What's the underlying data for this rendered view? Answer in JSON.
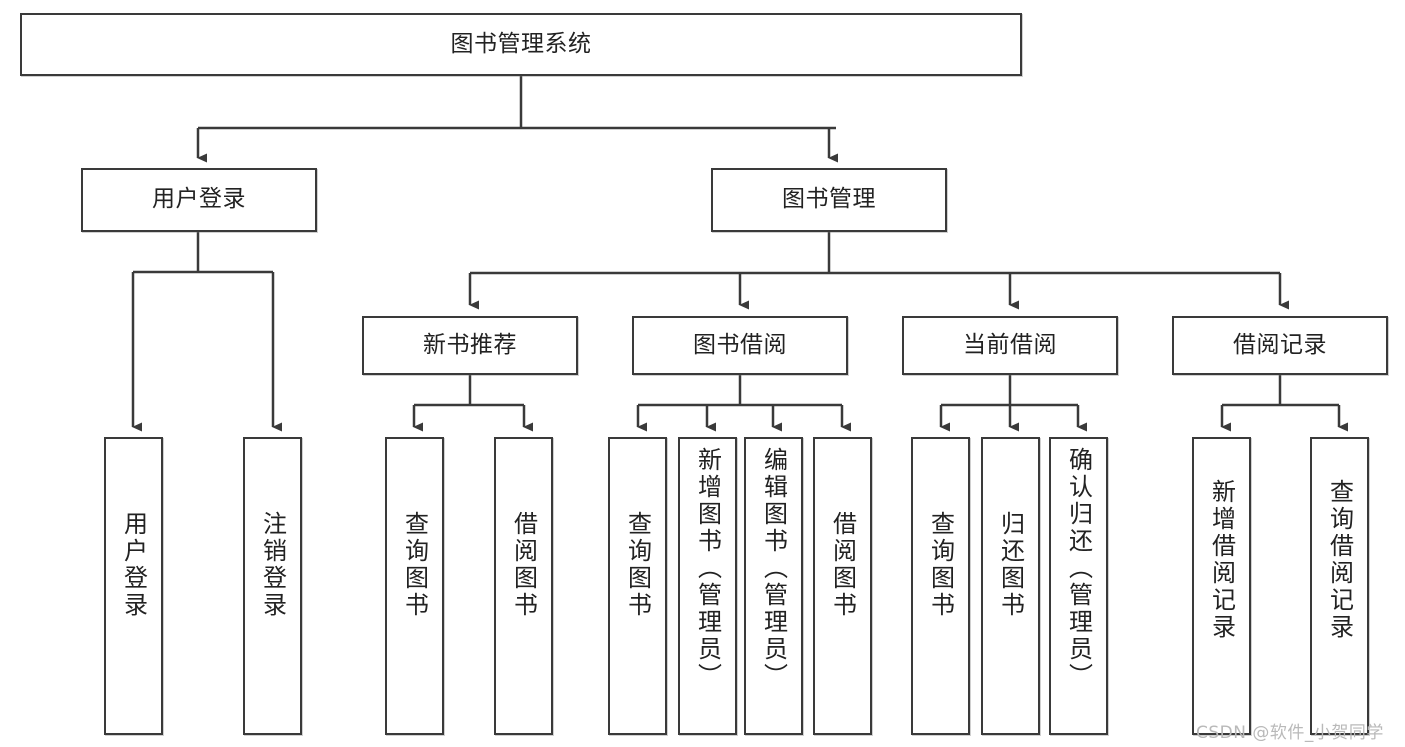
{
  "diagram": {
    "type": "tree-hierarchy-chart",
    "title": "图书管理系统",
    "watermark": "CSDN @软件_小贺同学",
    "colors": {
      "stroke": "#3a3a3a",
      "fill": "#ffffff",
      "text": "#222222",
      "watermark": "#b9b9b9"
    },
    "levels": [
      {
        "level": 1,
        "nodes": [
          {
            "id": "root",
            "label": "图书管理系统",
            "orientation": "horizontal"
          }
        ]
      },
      {
        "level": 2,
        "nodes": [
          {
            "id": "user-login",
            "label": "用户登录",
            "orientation": "horizontal",
            "parent": "root"
          },
          {
            "id": "book-manage",
            "label": "图书管理",
            "orientation": "horizontal",
            "parent": "root"
          }
        ]
      },
      {
        "level": 3,
        "nodes": [
          {
            "id": "new-book-rec",
            "label": "新书推荐",
            "orientation": "horizontal",
            "parent": "book-manage"
          },
          {
            "id": "book-borrow",
            "label": "图书借阅",
            "orientation": "horizontal",
            "parent": "book-manage"
          },
          {
            "id": "current-borrow",
            "label": "当前借阅",
            "orientation": "horizontal",
            "parent": "book-manage"
          },
          {
            "id": "borrow-record",
            "label": "借阅记录",
            "orientation": "horizontal",
            "parent": "book-manage"
          }
        ]
      },
      {
        "level": 4,
        "nodes": [
          {
            "id": "leaf-user-login",
            "label": "用户登录",
            "orientation": "vertical",
            "parent": "user-login"
          },
          {
            "id": "leaf-user-logout",
            "label": "注销登录",
            "orientation": "vertical",
            "parent": "user-login"
          },
          {
            "id": "leaf-query-book-1",
            "label": "查询图书",
            "orientation": "vertical",
            "parent": "new-book-rec"
          },
          {
            "id": "leaf-borrow-book-1",
            "label": "借阅图书",
            "orientation": "vertical",
            "parent": "new-book-rec"
          },
          {
            "id": "leaf-query-book-2",
            "label": "查询图书",
            "orientation": "vertical",
            "parent": "book-borrow"
          },
          {
            "id": "leaf-add-book",
            "label": "新增图书（管理员）",
            "orientation": "vertical",
            "parent": "book-borrow"
          },
          {
            "id": "leaf-edit-book",
            "label": "编辑图书（管理员）",
            "orientation": "vertical",
            "parent": "book-borrow"
          },
          {
            "id": "leaf-borrow-book-2",
            "label": "借阅图书",
            "orientation": "vertical",
            "parent": "book-borrow"
          },
          {
            "id": "leaf-query-book-3",
            "label": "查询图书",
            "orientation": "vertical",
            "parent": "current-borrow"
          },
          {
            "id": "leaf-return-book",
            "label": "归还图书",
            "orientation": "vertical",
            "parent": "current-borrow"
          },
          {
            "id": "leaf-confirm-return",
            "label": "确认归还（管理员）",
            "orientation": "vertical",
            "parent": "current-borrow"
          },
          {
            "id": "leaf-add-record",
            "label": "新增借阅记录",
            "orientation": "vertical",
            "parent": "borrow-record"
          },
          {
            "id": "leaf-query-record",
            "label": "查询借阅记录",
            "orientation": "vertical",
            "parent": "borrow-record"
          }
        ]
      }
    ]
  }
}
